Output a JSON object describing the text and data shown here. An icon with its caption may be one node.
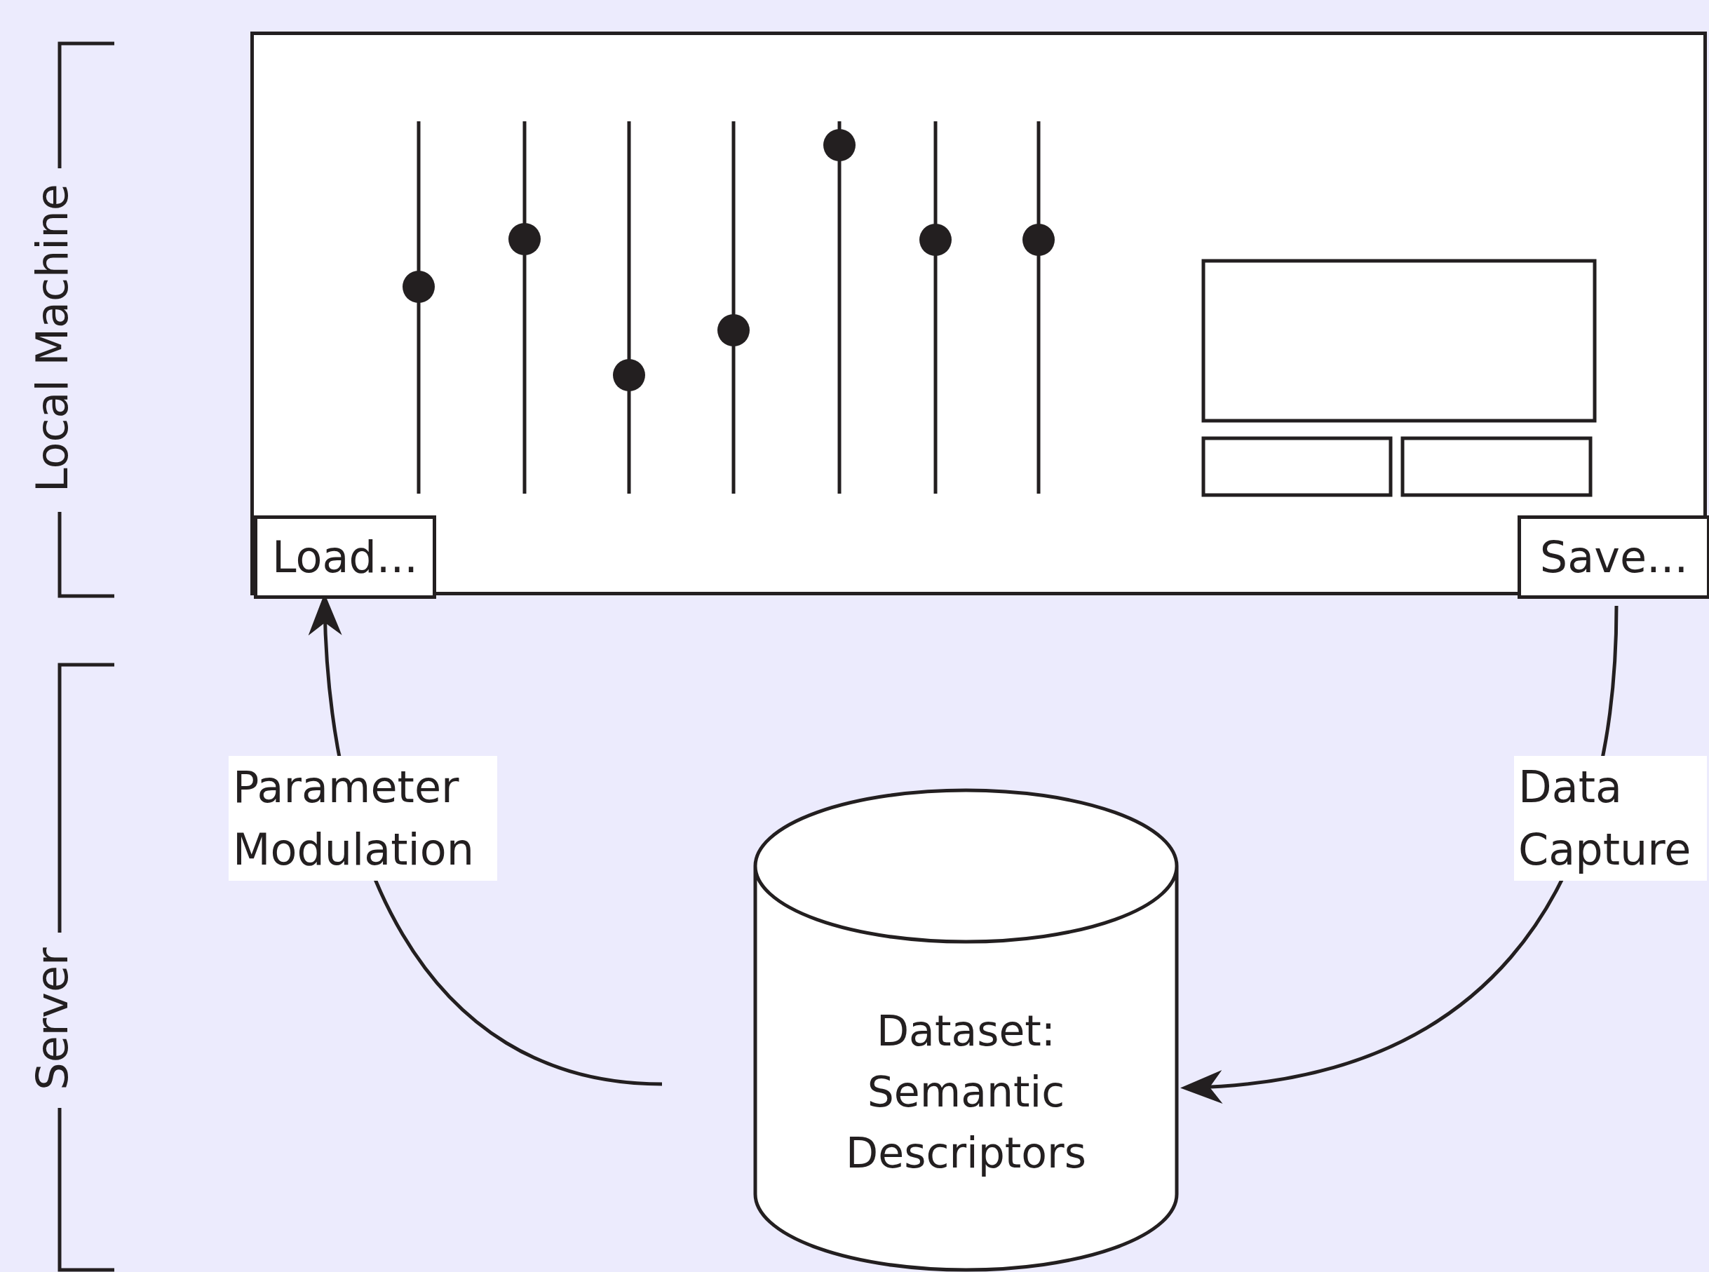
{
  "diagram": {
    "nodes": [
      {
        "text": [],
        "shape": "box"
      },
      {
        "text": [
          "Load..."
        ],
        "in": 0
      },
      {
        "text": [
          "Save..."
        ],
        "in": 0
      },
      {
        "text": [
          "Dataset: Semantic Descriptors"
        ]
      }
    ],
    "edges": [
      {
        "from": 2,
        "to": 3,
        "arrow": "to",
        "label": "Data Capture"
      },
      {
        "from": 3,
        "to": 1,
        "arrow": "to",
        "label": "Parameter Modulation"
      }
    ],
    "labels": [
      "Local Machine",
      "Server"
    ]
  }
}
